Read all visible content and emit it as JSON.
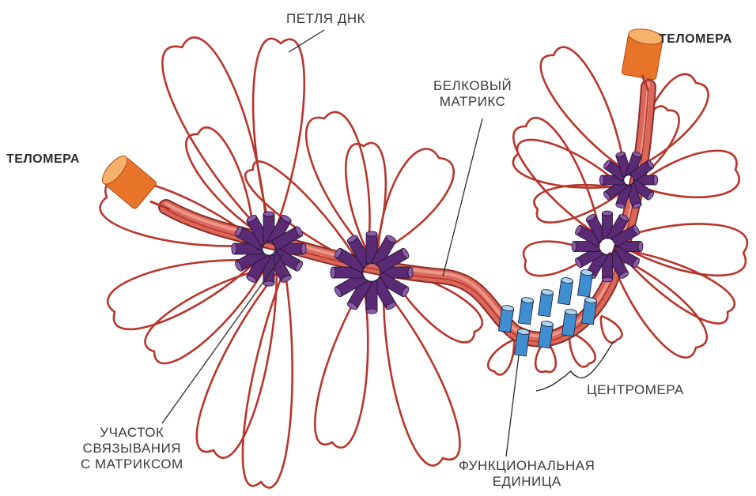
{
  "labels": {
    "dna_loop": "ПЕТЛЯ ДНК",
    "telomere_right": "ТЕЛОМЕРА",
    "telomere_left": "ТЕЛОМЕРА",
    "protein_matrix": [
      "БЕЛКОВЫЙ",
      "МАТРИКС"
    ],
    "centromere": "ЦЕНТРОМЕРА",
    "binding_site": [
      "УЧАСТОК",
      "СВЯЗЫВАНИЯ",
      "С МАТРИКСОМ"
    ],
    "functional_unit": [
      "ФУНКЦИОНАЛЬНАЯ",
      "ЕДИНИЦА"
    ]
  },
  "colors": {
    "dna_strand": "#b8352c",
    "matrix_fiber": "#d9685a",
    "matrix_highlight": "#f2a99a",
    "binding_cylinder": "#5a2a74",
    "binding_cylinder_top": "#8a5aa6",
    "functional_cylinder": "#3f8fd0",
    "functional_cylinder_top": "#a9d6f2",
    "telomere": "#e8742a",
    "telomere_top": "#f7b26a",
    "leader_line": "#2a2a2a"
  }
}
